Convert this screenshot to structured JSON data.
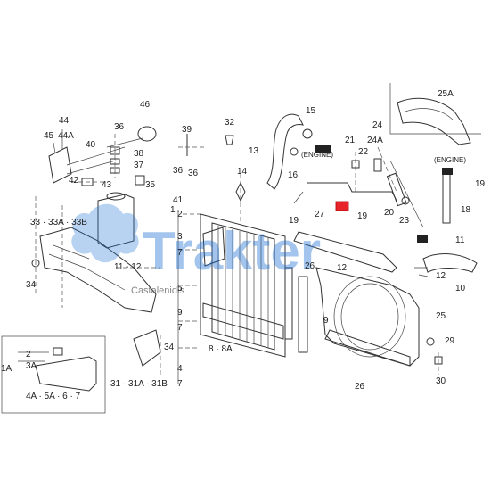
{
  "watermark": {
    "brand": "Trakter",
    "subtitle": "Castalenidis"
  },
  "tags": {
    "engine_1": "(ENGINE)",
    "engine_2": "(ENGINE)"
  },
  "labels": {
    "l44": "44",
    "l45": "45",
    "l44A": "44A",
    "l40": "40",
    "l36a": "36",
    "l46": "46",
    "l39": "39",
    "l32": "32",
    "l15": "15",
    "l24": "24",
    "l24A": "24A",
    "l25A": "25A",
    "l13": "13",
    "l38": "38",
    "l37": "37",
    "l43": "43",
    "l14": "14",
    "l16": "16",
    "l21": "21",
    "l22": "22",
    "l19a": "19",
    "l42": "42",
    "l35": "35",
    "l36b": "36",
    "l41": "41",
    "l36c": "36",
    "l33": "33 · 33A · 33B",
    "l1": "1",
    "l2": "2",
    "l3": "3",
    "l7a": "7",
    "l5": "5",
    "l19b": "19",
    "l27": "27",
    "l19c": "19",
    "l20": "20",
    "l23": "23",
    "l18": "18",
    "l11a": "11",
    "l12a": "12",
    "l11b": "11 - 12",
    "l34a": "34",
    "l26a": "26",
    "l12b": "12",
    "l10": "10",
    "l9a": "9",
    "l7b": "7",
    "l9b": "9",
    "l25": "25",
    "l34b": "34",
    "l88A": "8 · 8A",
    "l29": "29",
    "l1A": "1A",
    "l2b": "2",
    "l3A": "3A",
    "l313131": "31 · 31A · 31B",
    "l4": "4",
    "l30": "30",
    "l26b": "26",
    "l7c": "7",
    "l4567": "4A · 5A · 6 · 7"
  },
  "colors": {
    "highlight": "#e8242b",
    "watermark": "#1d6fd1"
  }
}
